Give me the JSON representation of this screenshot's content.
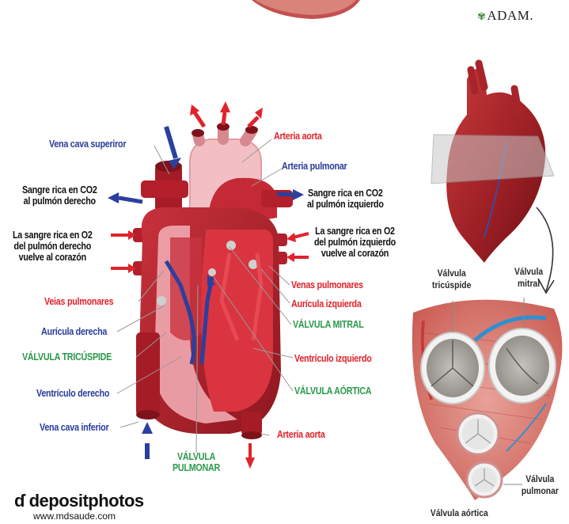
{
  "watermark": {
    "adam": "ADAM.",
    "deposit": "depositphotos",
    "url": "www.mdsaude.com"
  },
  "labels": {
    "vena_cava_superior": "Vena cava superiror",
    "arteria_aorta_top": "Arteria aorta",
    "arteria_pulmonar": "Arteria pulmonar",
    "sangre_co2_derecho": "Sangre rica en CO2\nal pulmón derecho",
    "sangre_co2_izquierdo": "Sangre rica en CO2\nal pulmón izquierdo",
    "sangre_o2_derecho": "La sangre rica en O2\ndel pulmón derecho\nvuelve al corazón",
    "sangre_o2_izquierdo": "La sangre rica en O2\ndel pulmón izquierdo\nvuelve al corazón",
    "venas_pulmonares_left": "Veias pulmonares",
    "venas_pulmonares_right": "Venas pulmonares",
    "auricula_derecha": "Aurícula derecha",
    "auricula_izquierda": "Aurícula izquierda",
    "valvula_mitral": "VÁLVULA MITRAL",
    "valvula_tricuspide": "VÁLVULA TRICÚSPIDE",
    "ventriculo_izquierdo": "Ventrículo izquierdo",
    "ventriculo_derecho": "Ventrículo derecho",
    "valvula_aortica": "VÁLVULA AÓRTICA",
    "vena_cava_inferior": "Vena cava inferior",
    "arteria_aorta_bottom": "Arteria aorta",
    "valvula_pulmonar": "VÁLVULA\nPULMONAR"
  },
  "right_panel": {
    "valvula_tricuspide": "Válvula\ntricúspide",
    "valvula_mitral": "Válvula\nmitral",
    "valvula_pulmonar": "Válvula\npulmonar",
    "valvula_aortica": "Válvula aórtica"
  },
  "colors": {
    "label_blue": "#2a3d9a",
    "label_red": "#e0232c",
    "label_green": "#2a9a4a",
    "heart_red": "#b3202a",
    "heart_pink": "#f0a9b0",
    "vein_blue": "#2b3f9e"
  }
}
